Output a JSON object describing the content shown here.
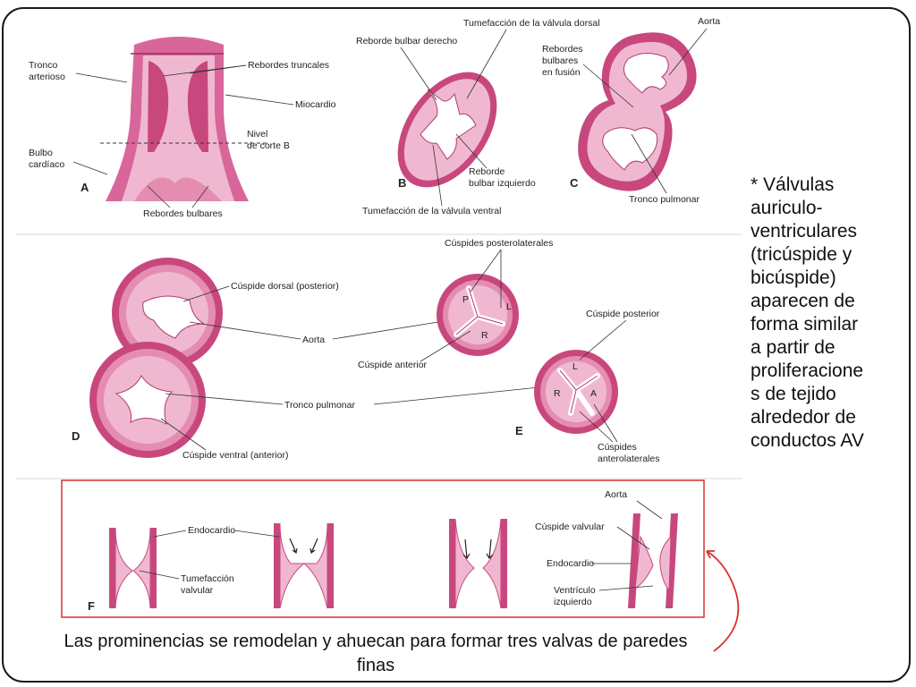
{
  "side_note": "* Válvulas auriculo-\nventriculares\n(tricúspide y\nbicúspide)\naparecen de\nforma similar\na partir de\nproliferacione\ns de tejido\nalrededor de\nconductos AV",
  "caption": "Las prominencias se remodelan y ahuecan para formar tres valvas de paredes finas",
  "panels": {
    "A": {
      "letter": "A",
      "labels": {
        "tronco": "Tronco",
        "arterioso": "arterioso",
        "rebordes_truncales": "Rebordes truncales",
        "miocardio": "Miocardio",
        "nivel": "Nivel",
        "corte": "de corte B",
        "bulbo": "Bulbo",
        "cardiaco": "cardíaco",
        "rebordes_bulbares": "Rebordes bulbares"
      }
    },
    "B": {
      "letter": "B",
      "labels": {
        "reborde_derecho": "Reborde bulbar derecho",
        "tumefaccion_dorsal": "Tumefacción de la válvula dorsal",
        "reborde": "Reborde",
        "bulbar_izq": "bulbar izquierdo",
        "tumefaccion_ventral": "Tumefacción de la válvula ventral"
      }
    },
    "C": {
      "letter": "C",
      "labels": {
        "aorta": "Aorta",
        "rebordes": "Rebordes",
        "bulbares": "bulbares",
        "fusion": "en fusión",
        "tronco_pulmonar": "Tronco pulmonar"
      }
    },
    "D": {
      "letter": "D",
      "labels": {
        "cuspide_dorsal": "Cúspide dorsal (posterior)",
        "aorta": "Aorta",
        "tronco_pulmonar": "Tronco pulmonar",
        "cuspide_ventral": "Cúspide ventral (anterior)"
      }
    },
    "E": {
      "letter": "E",
      "labels": {
        "cuspides_post": "Cúspides posterolaterales",
        "cuspide_anterior": "Cúspide anterior",
        "cuspide_posterior": "Cúspide posterior",
        "cuspides": "Cúspides",
        "anterolaterales": "anterolaterales",
        "P": "P",
        "L": "L",
        "R": "R",
        "L2": "L",
        "R2": "R",
        "A": "A"
      }
    },
    "F": {
      "letter": "F",
      "labels": {
        "endocardio": "Endocardio",
        "tumefaccion": "Tumefacción",
        "valvular": "valvular",
        "aorta": "Aorta",
        "cuspide_valvular": "Cúspide valvular",
        "endocardio2": "Endocardio",
        "ventriculo": "Ventrículo",
        "izquierdo": "izquierdo"
      }
    }
  },
  "colors": {
    "wall": "#c8487e",
    "wall_light": "#e58db1",
    "lumen": "#ffffff",
    "highlight": "#d93030"
  }
}
